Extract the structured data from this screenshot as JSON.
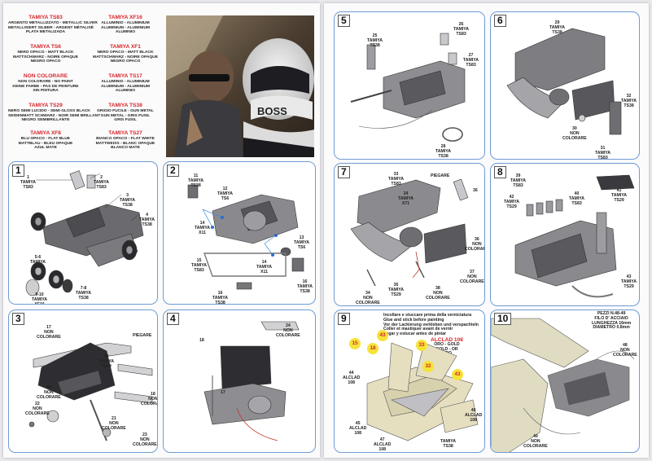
{
  "legend": [
    {
      "name": "TAMIYA TS83",
      "desc": "ARGENTO METALLIZZATO - METALLIC SILVER\nMETALLISIERT SILBER - ARGENT MÉTALISÉ\nPLATA METALIZADA"
    },
    {
      "name": "TAMIYA XF16",
      "desc": "ALLUMINIO - ALUMINIUM\nALUMINIUM - ALUMINIUM\nALUMINIO"
    },
    {
      "name": "TAMIYA TS6",
      "desc": "NERO OPACO - MATT BLACK\nMATTSCHWARZ - NOIRE OPAQUE\nNEGRO OPACO"
    },
    {
      "name": "TAMIYA XF1",
      "desc": "NERO OPACO - MATT BLACK\nMATTSCHWARZ - NOIRE OPAQUE\nNEGRO OPACO"
    },
    {
      "name": "NON COLORARE",
      "desc": "NON COLORARE - NO PAINT\nKEINE FARBE - PAS DE PEINTURE\nSIN PINTURA"
    },
    {
      "name": "TAMIYA TS17",
      "desc": "ALLUMINIO - ALUMINIUM\nALUMINIUM - ALUMINIUM\nALUMINIO"
    },
    {
      "name": "TAMIYA TS29",
      "desc": "NERO SEMI LUCIDO - SEMI GLOSS BLACK\nSEIDENMATT SCHWARZ - NOIR SEMI BRILLANT\nNEGRO SEMIBRILLANTE"
    },
    {
      "name": "TAMIYA TS38",
      "desc": "GRIGIO FUCILE - GUN METAL\nGUN METAL - GRIS FUSIL\nGRIS FUSIL"
    },
    {
      "name": "TAMIYA XF8",
      "desc": "BLU OPACO - FLAT BLUE\nMATTBLAU - BLEU OPAQUE\nAZUL MATE"
    },
    {
      "name": "TAMIYA TS27",
      "desc": "BIANCO OPACO - FLAT WHITE\nMATTWEISS - BLANC OPAQUE\nBLANCO MATE"
    }
  ],
  "photo_text": "BOSS",
  "steps": [
    {
      "number": "1",
      "labels": [
        "1\nTAMIYA\nTS83",
        "2\nTAMIYA\nTS83",
        "3\nTAMIYA\nTS38",
        "4\nTAMIYA\nTS38",
        "5-6\nTAMIYA\nTS38",
        "7-8\nTAMIYA\nTS38",
        "9-10\nTAMIYA\nXF16"
      ]
    },
    {
      "number": "2",
      "labels": [
        "11\nTAMIYA\nTS38",
        "12\nTAMIYA\nTS6",
        "13\nTAMIYA\nTS6",
        "14\nTAMIYA\nX11",
        "14\nTAMIYA\nX11",
        "15\nTAMIYA\nTS83",
        "16\nTAMIYA\nTS38",
        "16\nTAMIYA\nTS38"
      ]
    },
    {
      "number": "3",
      "labels": [
        "17\nNON\nCOLORARE",
        "PIEGARE",
        "19\nTAMIYA\nTS29",
        "18\nNON\nCOLORARE",
        "20\nNON\nCOLORARE",
        "22\nNON\nCOLORARE",
        "21\nNON\nCOLORARE",
        "23\nNON\nCOLORARE"
      ]
    },
    {
      "number": "4",
      "labels": [
        "18",
        "24\nNON\nCOLORARE",
        "17"
      ]
    },
    {
      "number": "5",
      "labels": [
        "25\nTAMIYA\nTS38",
        "26\nTAMIYA\nTS83",
        "27\nTAMIYA\nTS83",
        "28\nTAMIYA\nTS38"
      ]
    },
    {
      "number": "6",
      "labels": [
        "29\nTAMIYA\nTS38",
        "32\nTAMIYA\nTS38",
        "30\nNON\nCOLORARE",
        "31\nTAMIYA\nTS83"
      ]
    },
    {
      "number": "7",
      "labels": [
        "33\nTAMIYA\nTS83",
        "34\nTAMIYA\nX71",
        "PIEGARE",
        "36",
        "36\nNON\nCOLORARE",
        "37\nNON\nCOLORARE",
        "35\nTAMIYA\nTS29",
        "38\nNON\nCOLORARE",
        "34\nNON\nCOLORARE"
      ]
    },
    {
      "number": "8",
      "labels": [
        "39\nTAMIYA\nTS83",
        "40\nTAMIYA\nTS83",
        "41\nTAMIYA\nTS29",
        "42\nTAMIYA\nTS29",
        "43\nTAMIYA\nTS29"
      ]
    },
    {
      "number": "9",
      "instructions": "Incollare e stuccare prima della verniciatura\nGlue and stick before painting\nVor der Lackierung verkleben und verspachteln\nColler et mastiquer avant de vernir\nPegar y estucar antes de pintar",
      "alclad": {
        "title": "ALCLAD 108",
        "desc": "ORO - GOLD\nGOLD - OR\nORO"
      },
      "callouts": [
        "15",
        "18",
        "43",
        "33",
        "32",
        "43"
      ],
      "labels": [
        "44\nALCLAD\n108",
        "46\nALCLAD\n108",
        "45\nALCLAD\n108",
        "47\nALCLAD\n108",
        "TAMIYA\nTS38"
      ]
    },
    {
      "number": "10",
      "spec": "PEZZI N.48-49\nFILO D' ACCIAIO\nLUNGHEZZA 16mm\nDIAMETRO 0.8mm",
      "labels": [
        "48\nNON\nCOLORARE",
        "49\nNON\nCOLORARE"
      ]
    }
  ],
  "colors": {
    "panel_border": "#6f9bd4",
    "paint_name": "#d7262b",
    "callout": "#f5e33a"
  }
}
